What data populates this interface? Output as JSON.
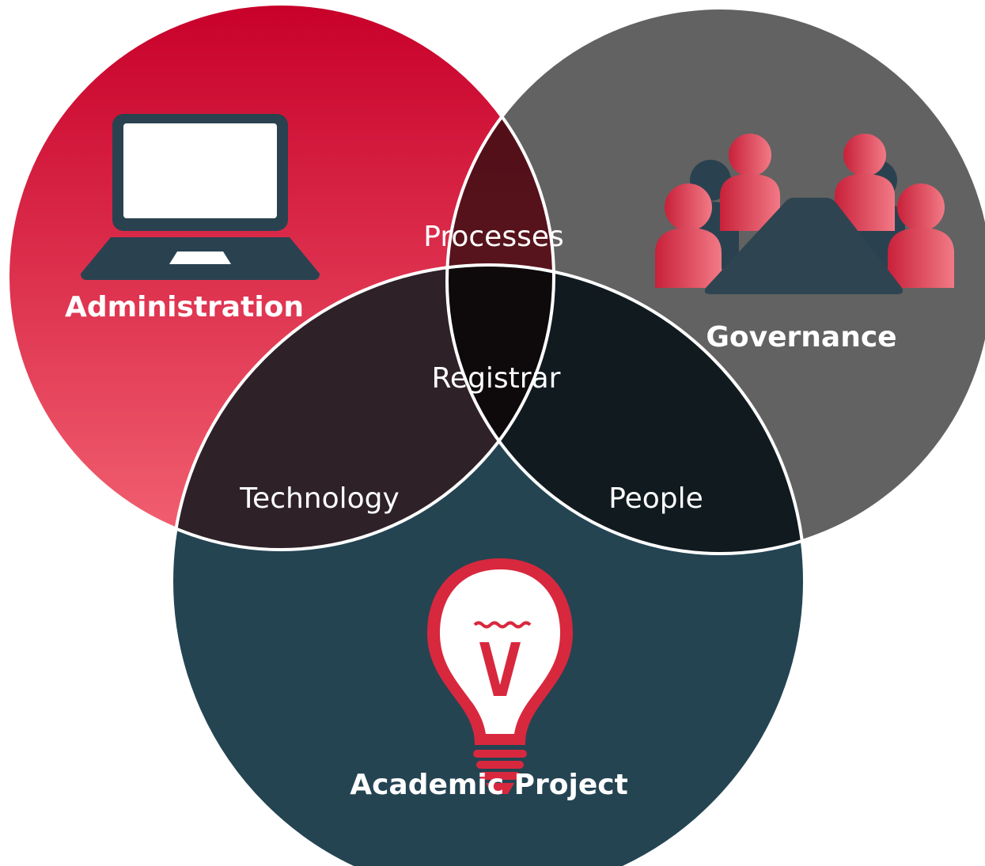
{
  "circles": {
    "administration": {
      "label": "Administration",
      "icon": "laptop-icon"
    },
    "governance": {
      "label": "Governance",
      "icon": "meeting-group-icon"
    },
    "academic_project": {
      "label": "Academic Project",
      "icon": "lightbulb-icon"
    }
  },
  "intersections": {
    "processes": "Processes",
    "technology": "Technology",
    "people": "People",
    "registrar": "Registrar"
  },
  "colors": {
    "administration": "#d81e3c",
    "governance": "#626262",
    "academic_project": "#244452",
    "processes": "#561c22",
    "technology": "#2e2128",
    "people": "#111b1f",
    "registrar": "#0e0a0c",
    "outline": "#ffffff",
    "icon_dark": "#2a4250",
    "icon_red": "#d8283e"
  }
}
